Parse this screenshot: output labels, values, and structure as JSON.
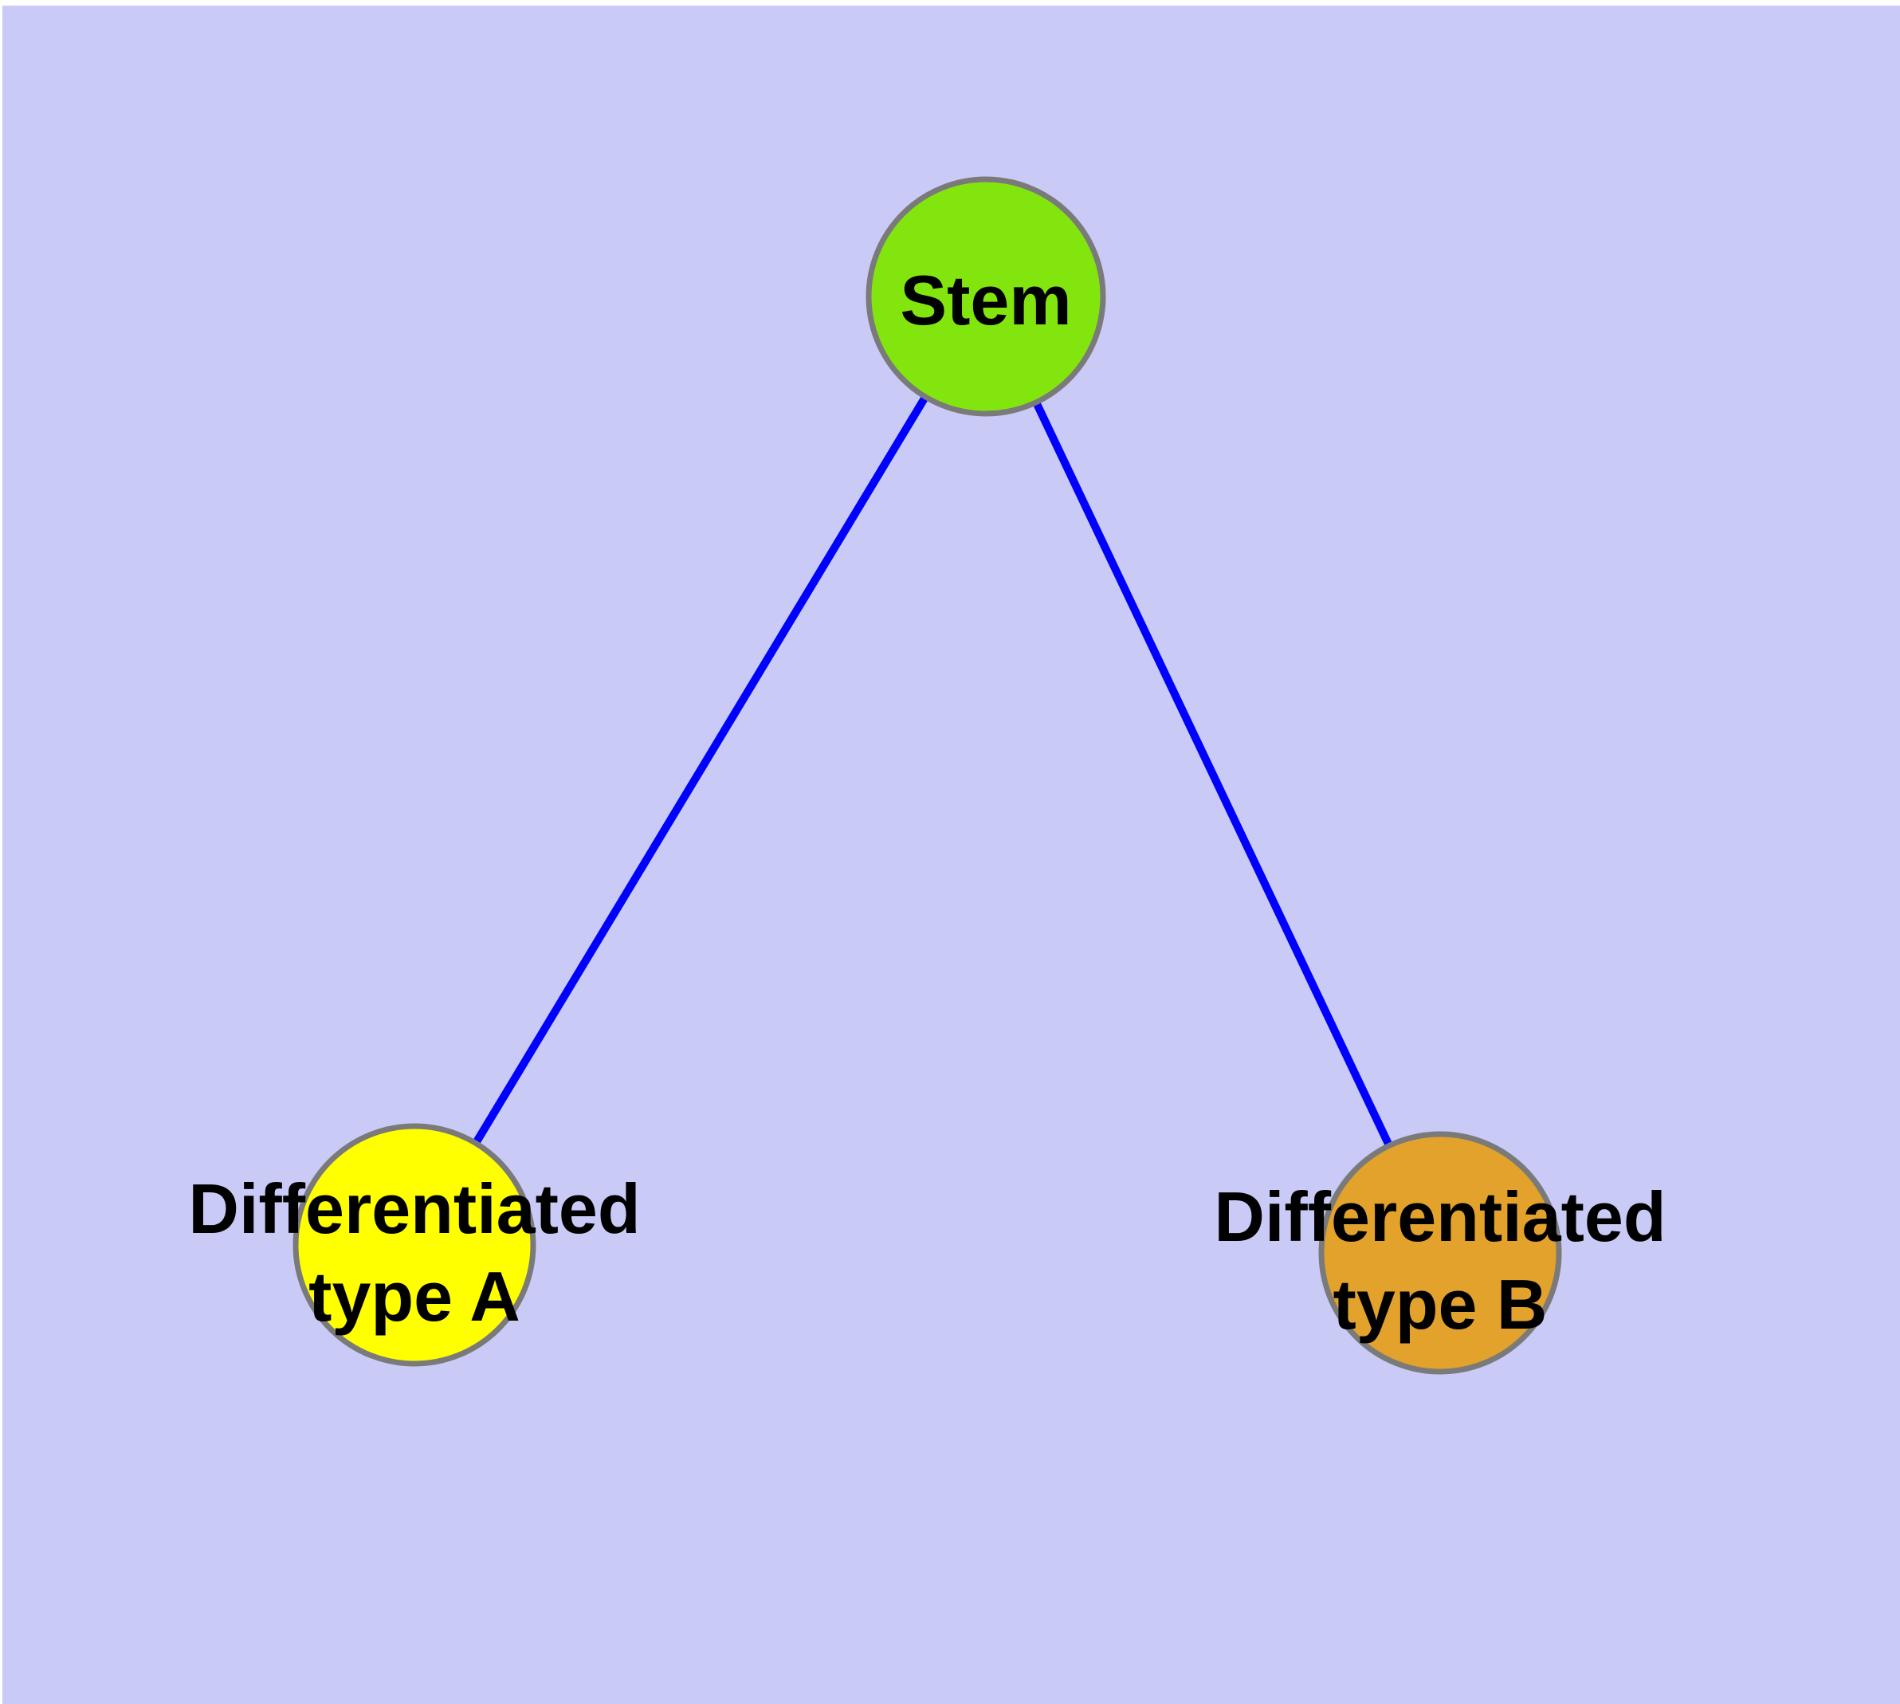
{
  "diagram": {
    "type": "node-link-graph",
    "background_color": "#cacaf6",
    "margin_color": "#ffffff",
    "edge_color": "#0000ff",
    "node_border_color": "#7a7a7a",
    "text_color": "#000000",
    "nodes": [
      {
        "id": "stem",
        "label": "Stem",
        "fill": "#82e60e"
      },
      {
        "id": "differentiated-type-a",
        "label": "Differentiated type A",
        "line1": "Differentiated",
        "line2": "type A",
        "fill": "#ffff00"
      },
      {
        "id": "differentiated-type-b",
        "label": "Differentiated type B",
        "line1": "Differentiated",
        "line2": "type B",
        "fill": "#e2a22b"
      }
    ],
    "edges": [
      {
        "from": "stem",
        "to": "differentiated-type-a"
      },
      {
        "from": "stem",
        "to": "differentiated-type-b"
      }
    ]
  }
}
